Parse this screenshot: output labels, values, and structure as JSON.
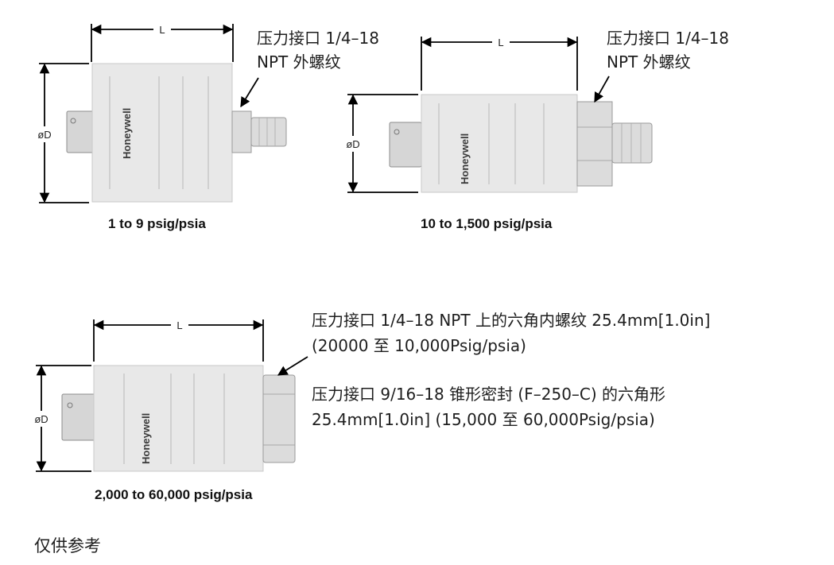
{
  "diagram": {
    "dimension_length_label": "L",
    "dimension_diameter_label": "øD",
    "brand": "Honeywell",
    "variants": [
      {
        "caption": "1 to 9 psig/psia",
        "port_note": [
          "压力接口 1/4–18",
          "NPT 外螺纹"
        ]
      },
      {
        "caption": "10 to 1,500 psig/psia",
        "port_note": [
          "压力接口 1/4–18",
          "NPT 外螺纹"
        ]
      },
      {
        "caption": "2,000 to 60,000 psig/psia",
        "port_note": [
          "压力接口 1/4–18 NPT 上的六角内螺纹 25.4mm[1.0in]",
          "(20000 至 10,000Psig/psia)"
        ],
        "port_note_2": [
          "压力接口 9/16–18 锥形密封 (F–250–C) 的六角形",
          "25.4mm[1.0in] (15,000 至 60,000Psig/psia)"
        ]
      }
    ]
  },
  "footer": "仅供参考"
}
